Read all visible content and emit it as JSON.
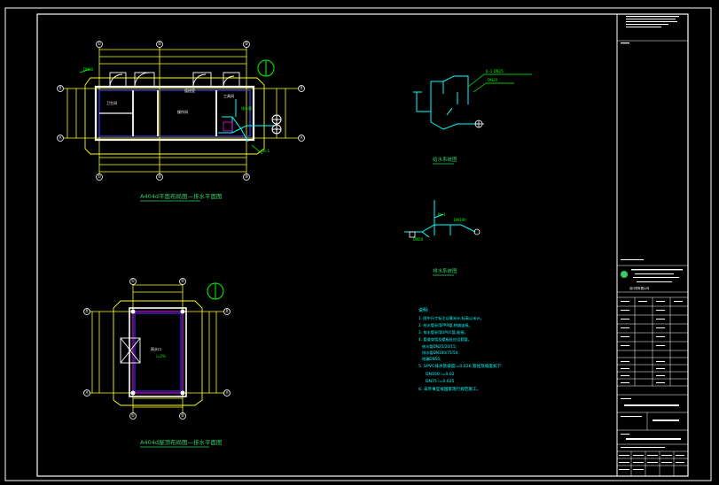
{
  "colors": {
    "background": "#000000",
    "frame": "#ffffff",
    "wall": "#ffffff",
    "dim": "#ffff00",
    "pipe": "#00ffff",
    "accent_green": "#00ff00",
    "accent_blue": "#3c3cff",
    "accent_magenta": "#ff00ff",
    "title_green": "#33cc66"
  },
  "plan1": {
    "title": "A404d平面布局图—排水平面图"
  },
  "plan2": {
    "title": "A404d屋顶布局图—排水平面图"
  },
  "axes": {
    "plan1_top": [
      "①",
      "②",
      "③"
    ],
    "plan1_bottom": [
      "①",
      "②",
      "③"
    ],
    "plan1_left": [
      "Ⓑ",
      "Ⓐ"
    ],
    "plan1_right": [
      "Ⓑ",
      "Ⓐ"
    ],
    "plan2_top": [
      "①",
      "②"
    ],
    "plan2_bottom": [
      "①",
      "②"
    ],
    "plan2_left": [
      "Ⓑ",
      "Ⓐ"
    ],
    "plan2_right": [
      "Ⓑ",
      "Ⓐ"
    ]
  },
  "system1": {
    "title": "给水系统图"
  },
  "system2": {
    "title": "排水系统图"
  },
  "notes": {
    "heading": "说明:",
    "lines": [
      "1. 图中尺寸标注以毫米计,标高以米计。",
      "2. 给水管采用PPR管,热熔连接。",
      "3. 排水管采用UPVC管,粘接。",
      "4. 管道穿墙及楼板处应设套管。",
      "给水管DN25/20/15;",
      "排水管DN100/75/50;",
      "地漏DN50;",
      "5. UPVC排水管坡度i=0.026,管径及坡度如下:",
      "DN100 i=0.02",
      "DN75 i=0.025",
      "6. 未尽事宜按国家现行规范施工。"
    ]
  },
  "titleblock": {
    "company": "设计院有限公司"
  }
}
